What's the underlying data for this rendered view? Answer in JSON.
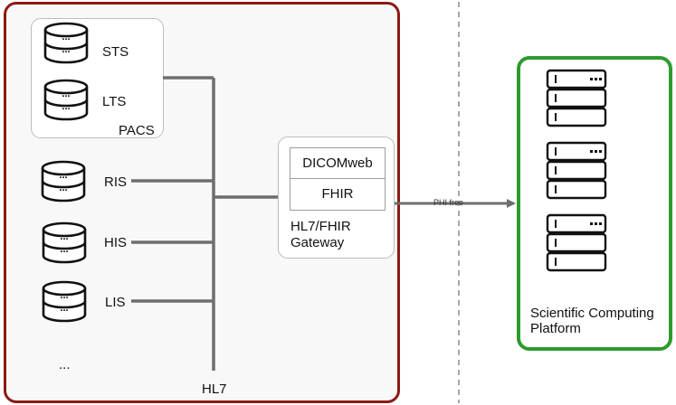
{
  "hospital": {
    "pacs_label": "PACS",
    "storage": [
      {
        "label": "STS",
        "icon": "database-icon"
      },
      {
        "label": "LTS",
        "icon": "database-icon"
      }
    ],
    "systems": [
      {
        "label": "RIS",
        "icon": "database-icon"
      },
      {
        "label": "HIS",
        "icon": "database-icon"
      },
      {
        "label": "LIS",
        "icon": "database-icon"
      }
    ],
    "more": "...",
    "bus_label": "HL7"
  },
  "gateway": {
    "interfaces": [
      "DICOMweb",
      "FHIR"
    ],
    "label_line1": "HL7/FHIR",
    "label_line2": "Gateway"
  },
  "flow": {
    "label": "PHI free"
  },
  "platform": {
    "label_line1": "Scientific Computing",
    "label_line2": "Platform",
    "icon": "server-rack-icon"
  },
  "colors": {
    "hospital_border": "#8b1a14",
    "platform_border": "#2e9b2e",
    "connector": "#6e6e6e"
  }
}
